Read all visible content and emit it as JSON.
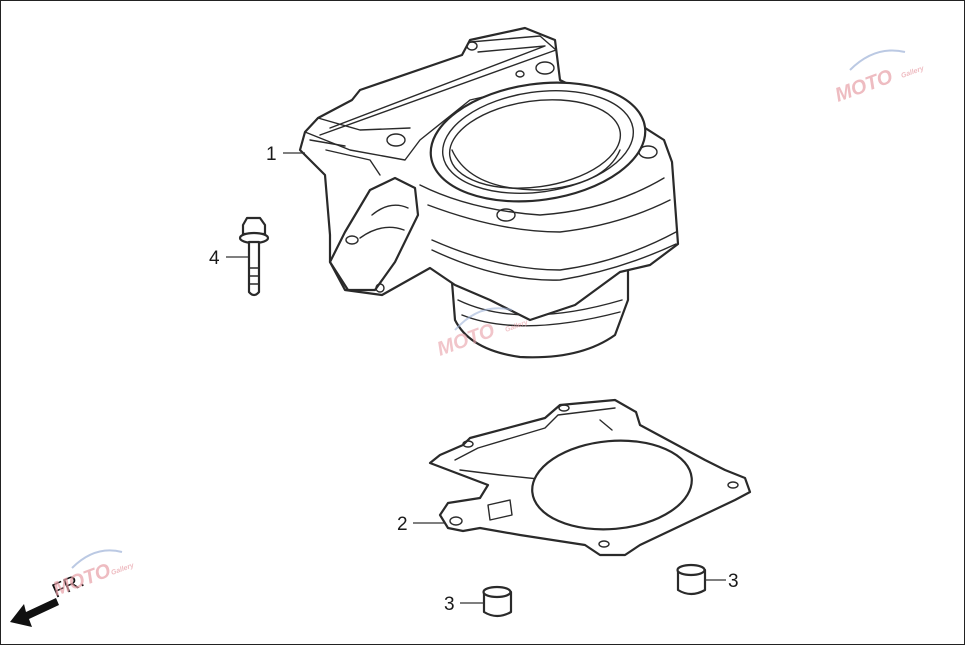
{
  "callouts": [
    {
      "id": "1",
      "label": "1"
    },
    {
      "id": "2",
      "label": "2"
    },
    {
      "id": "3a",
      "label": "3"
    },
    {
      "id": "3b",
      "label": "3"
    },
    {
      "id": "4",
      "label": "4"
    }
  ],
  "direction": {
    "label": "FR."
  },
  "watermark": {
    "text": "MOTO",
    "subtext": "Gallery"
  },
  "colors": {
    "line": "#2a2a2a",
    "watermark_pink": "#e8a0a8",
    "watermark_blue": "#9fb3d8"
  }
}
